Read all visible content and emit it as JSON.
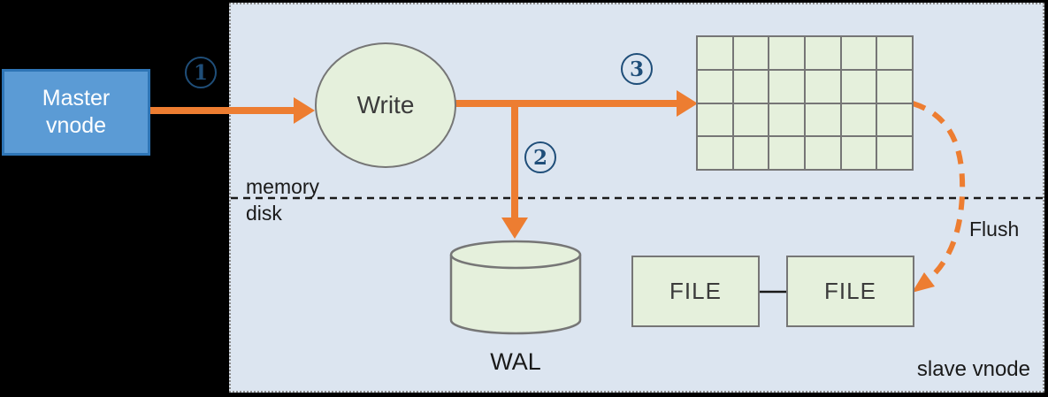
{
  "colors": {
    "page-bg": "#000000",
    "panel-bg": "#dce5f0",
    "panel-border": "#8c8c8c",
    "node-fill": "#e5f0dc",
    "node-stroke": "#767676",
    "arrow-orange": "#ed7d31",
    "step-blue": "#1f4e79",
    "master-fill": "#5b9bd5",
    "master-border": "#2e75b6",
    "master-text": "#ffffff",
    "text-dark": "#3b3b3b",
    "text-black": "#1a1a1a"
  },
  "nodes": {
    "master": {
      "label": "Master vnode"
    },
    "write": {
      "label": "Write"
    },
    "wal": {
      "label": "WAL"
    },
    "file_left": {
      "label": "FILE"
    },
    "file_right": {
      "label": "FILE"
    }
  },
  "steps": {
    "one": "1",
    "two": "2",
    "three": "3"
  },
  "labels": {
    "memory": "memory",
    "disk": "disk",
    "flush": "Flush",
    "slave_vnode": "slave vnode"
  },
  "grid": {
    "rows": 4,
    "cols": 6
  }
}
